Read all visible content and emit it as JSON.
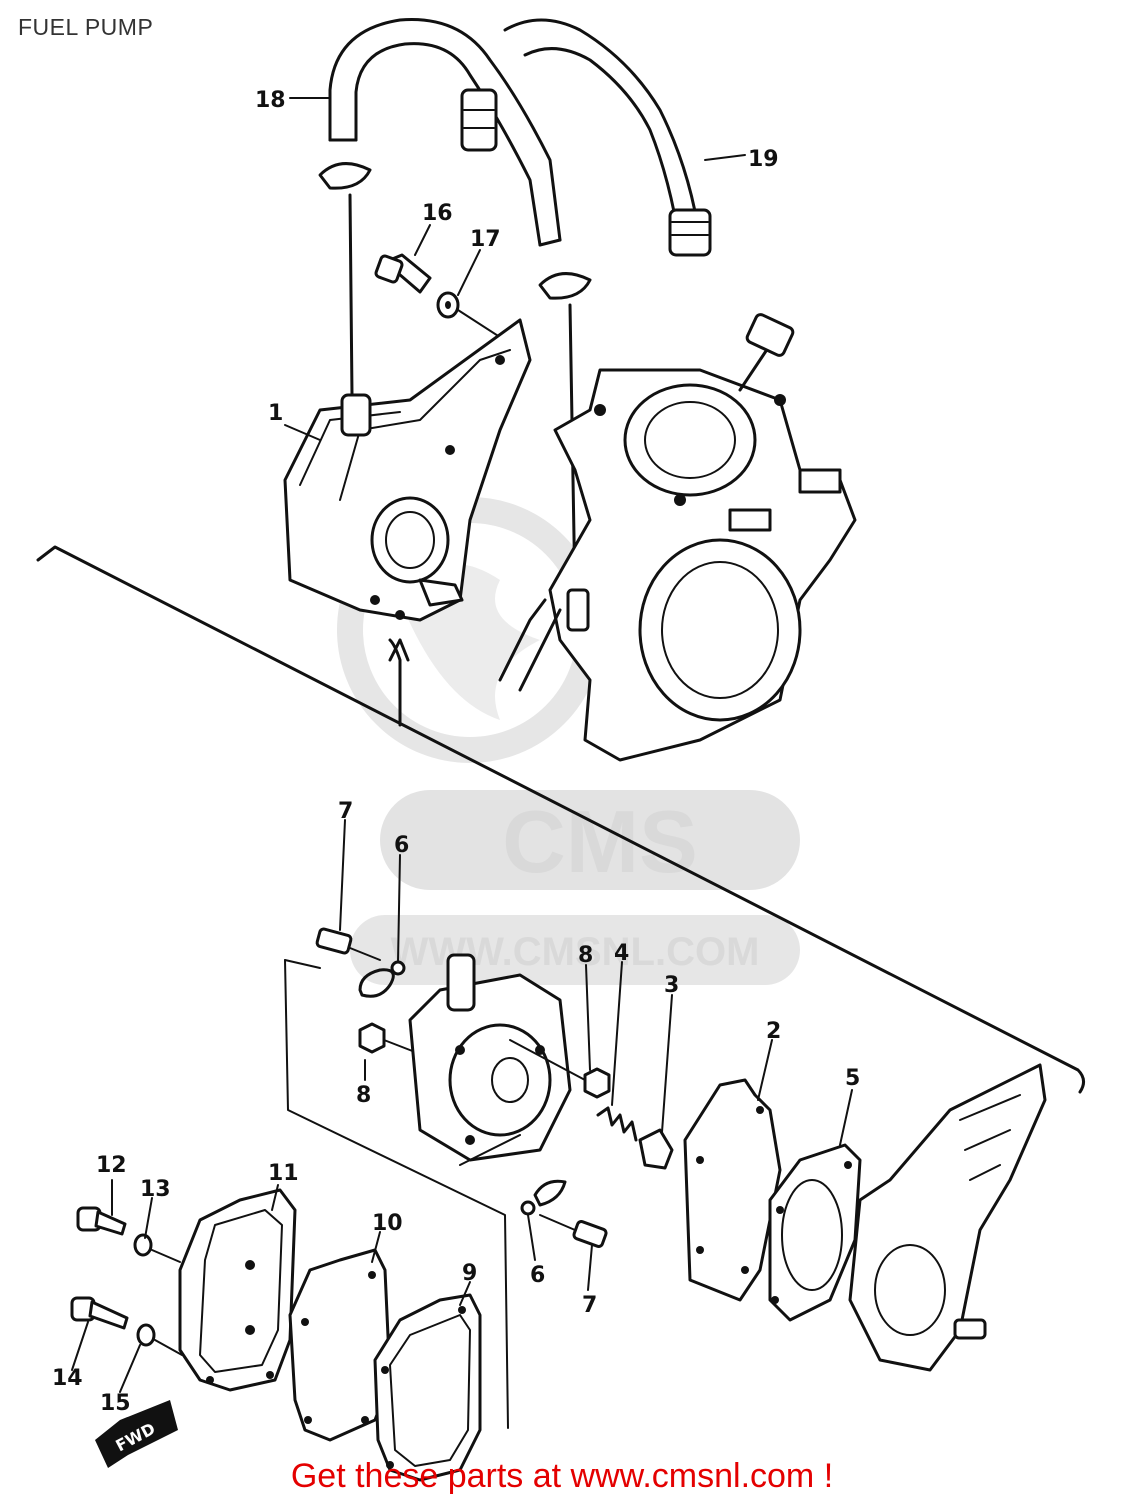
{
  "header": {
    "title": "FUEL PUMP"
  },
  "watermark": {
    "logo_text": "CMS",
    "url_text": "WWW.CMSNL.COM"
  },
  "callouts": {
    "p1": "1",
    "p2": "2",
    "p3": "3",
    "p4": "4",
    "p5": "5",
    "p6a": "6",
    "p6b": "6",
    "p7a": "7",
    "p7b": "7",
    "p8a": "8",
    "p8b": "8",
    "p9": "9",
    "p10": "10",
    "p11": "11",
    "p12": "12",
    "p13": "13",
    "p14": "14",
    "p15": "15",
    "p16": "16",
    "p17": "17",
    "p18": "18",
    "p19": "19"
  },
  "fwd_label": "FWD",
  "footer": {
    "link_text": "Get these parts at www.cmsnl.com !"
  },
  "colors": {
    "footer_text": "#e40000",
    "line_art": "#111111",
    "watermark": "#d9d9d9"
  }
}
